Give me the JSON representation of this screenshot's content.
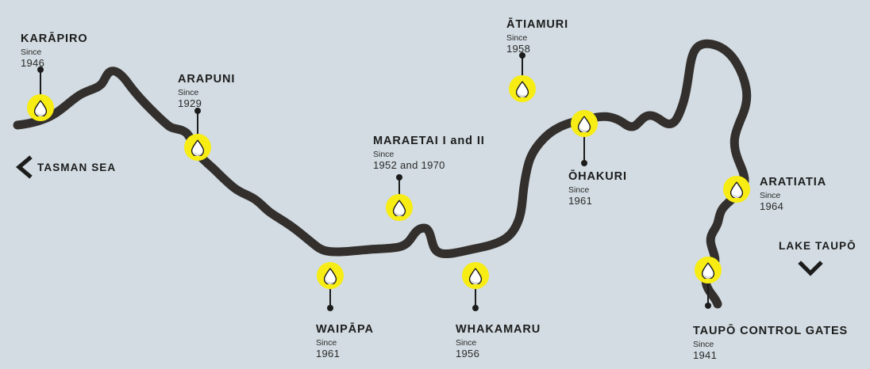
{
  "map": {
    "background_color": "#d2dce2",
    "river_color": "#332f2d",
    "marker_color": "#f7ec13",
    "ink_color": "#1c1c1c",
    "since_label": "Since"
  },
  "regions": [
    {
      "name": "tasman-sea",
      "label": "TASMAN SEA",
      "icon": "chevron-left-icon"
    },
    {
      "name": "lake-taupo",
      "label": "LAKE TAUPŌ",
      "icon": "chevron-down-icon"
    }
  ],
  "stations": [
    {
      "id": "karapiro",
      "name": "KARĀPIRO",
      "since": "Since",
      "year": "1946"
    },
    {
      "id": "arapuni",
      "name": "ARAPUNI",
      "since": "Since",
      "year": "1929"
    },
    {
      "id": "waipapa",
      "name": "WAIPĀPA",
      "since": "Since",
      "year": "1961"
    },
    {
      "id": "maraetai",
      "name": "MARAETAI I and II",
      "since": "Since",
      "year": "1952 and 1970"
    },
    {
      "id": "whakamaru",
      "name": "WHAKAMARU",
      "since": "Since",
      "year": "1956"
    },
    {
      "id": "atiamuri",
      "name": "ĀTIAMURI",
      "since": "Since",
      "year": "1958"
    },
    {
      "id": "ohakuri",
      "name": "ŌHAKURI",
      "since": "Since",
      "year": "1961"
    },
    {
      "id": "aratiatia",
      "name": "ARATIATIA",
      "since": "Since",
      "year": "1964"
    },
    {
      "id": "taupo-gates",
      "name": "TAUPŌ CONTROL GATES",
      "since": "Since",
      "year": "1941"
    }
  ]
}
